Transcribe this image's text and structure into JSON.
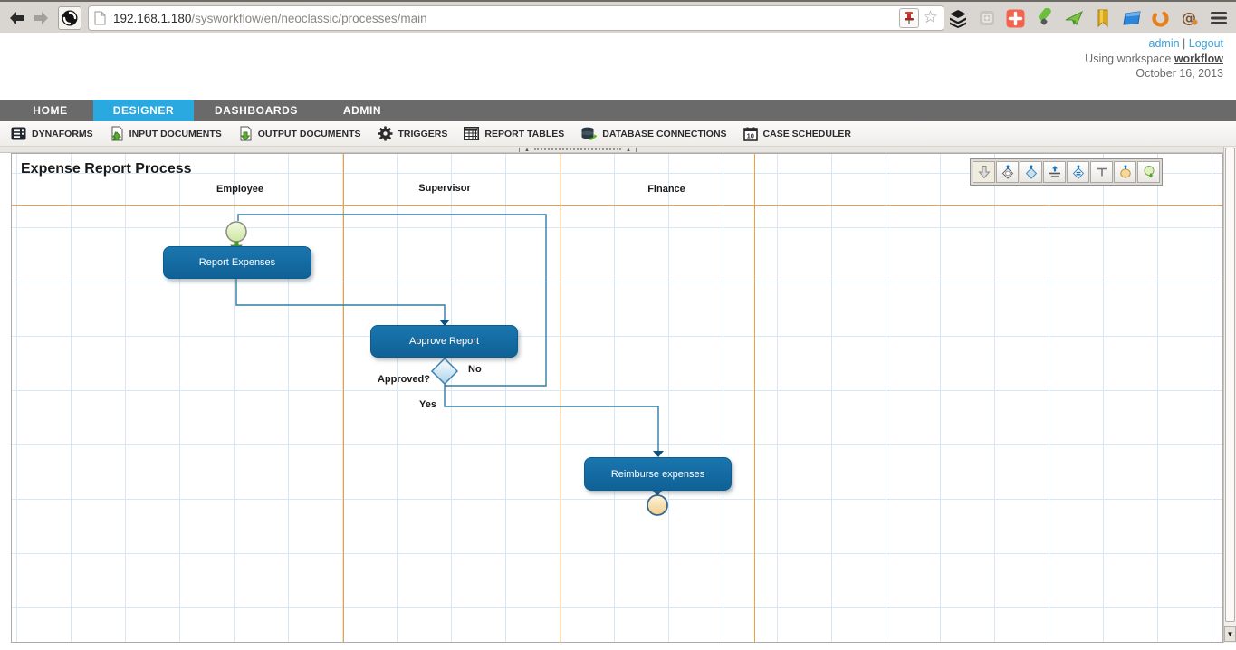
{
  "browser": {
    "url_host": "192.168.1.180",
    "url_path": "/sysworkflow/en/neoclassic/processes/main",
    "icons": [
      "back-icon",
      "forward-icon",
      "reload-globe-icon",
      "page-icon",
      "pushpin-icon",
      "bookmark-star-icon",
      "layers-icon",
      "gray-plus-icon",
      "red-plus-icon",
      "flashlight-icon",
      "green-plane-icon",
      "gold-bookmark-icon",
      "blue-folder-icon",
      "orange-ring-icon",
      "at-stamp-icon",
      "menu-icon"
    ]
  },
  "header": {
    "user": "admin",
    "separator": "|",
    "logout": "Logout",
    "workspace_prefix": "Using workspace ",
    "workspace_name": "workflow",
    "date": "October 16, 2013"
  },
  "nav": {
    "items": [
      {
        "label": "HOME",
        "active": false
      },
      {
        "label": "DESIGNER",
        "active": true
      },
      {
        "label": "DASHBOARDS",
        "active": false
      },
      {
        "label": "ADMIN",
        "active": false
      }
    ]
  },
  "toolbar": {
    "items": [
      {
        "label": "DYNAFORMS",
        "icon": "dynaform-icon"
      },
      {
        "label": "INPUT DOCUMENTS",
        "icon": "input-document-icon"
      },
      {
        "label": "OUTPUT DOCUMENTS",
        "icon": "output-document-icon"
      },
      {
        "label": "TRIGGERS",
        "icon": "gear-icon"
      },
      {
        "label": "REPORT TABLES",
        "icon": "table-icon"
      },
      {
        "label": "DATABASE CONNECTIONS",
        "icon": "database-icon"
      },
      {
        "label": "CASE SCHEDULER",
        "icon": "calendar-icon"
      }
    ],
    "scheduler_day": "10"
  },
  "process": {
    "title": "Expense Report Process",
    "lanes": [
      "Employee",
      "Supervisor",
      "Finance"
    ],
    "tasks": [
      {
        "label": "Report Expenses"
      },
      {
        "label": "Approve Report"
      },
      {
        "label": "Reimburse expenses"
      }
    ],
    "gateway": {
      "question": "Approved?",
      "no_label": "No",
      "yes_label": "Yes"
    },
    "palette_icons": [
      "add-task-icon",
      "add-exclusive-gateway-icon",
      "add-gateway-icon",
      "add-join-icon",
      "add-parallel-gateway-icon",
      "annotation-icon",
      "add-end-event-icon",
      "add-start-event-icon"
    ]
  },
  "colors": {
    "nav_active": "#29A9E0",
    "task_fill": "#15689E",
    "connector": "#2E7EA5",
    "lane_line": "#F0A03A",
    "grid_line": "#D7E7F4",
    "link_blue": "#3AA0D6"
  }
}
